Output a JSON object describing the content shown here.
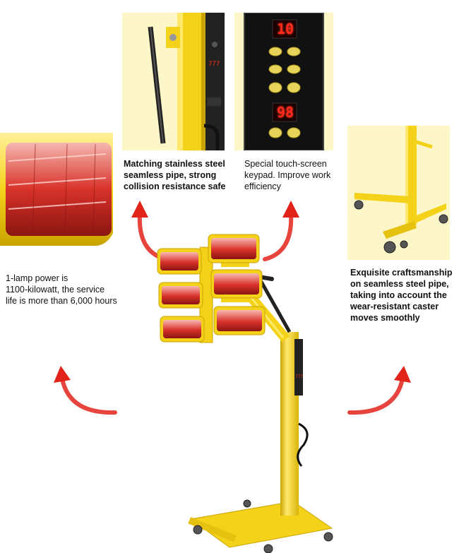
{
  "captions": {
    "lamp": [
      "1-lamp power is",
      "1100-kilowatt, the service",
      "life is more than 6,000 hours"
    ],
    "pipe": [
      "Matching stainless steel",
      "seamless pipe, strong",
      "collision resistance safe"
    ],
    "keypad": [
      "Special touch-screen",
      "keypad. Improve work",
      "efficiency"
    ],
    "caster": [
      "Exquisite craftsmanship",
      "on seamless steel pipe,",
      "taking into account the",
      "wear-resistant caster",
      "moves smoothly"
    ]
  },
  "keypad_display": {
    "top_value": "10",
    "bottom_value": "98"
  },
  "colors": {
    "frame_yellow": "#f4d21a",
    "background_cream": "#fdf6c8",
    "arrow_red": "#e2231a",
    "lamp_red": "#d8322a",
    "panel_black": "#111111"
  }
}
